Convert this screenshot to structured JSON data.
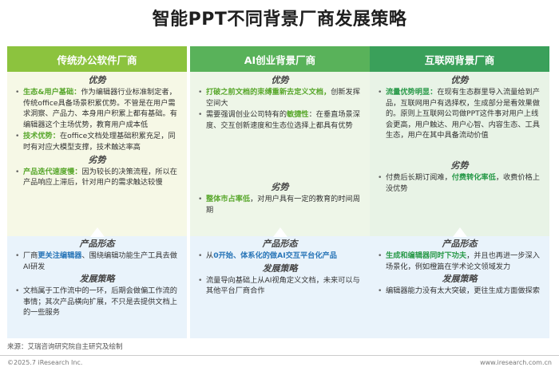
{
  "title": "智能PPT不同背景厂商发展策略",
  "section_labels": {
    "advantage": "优势",
    "disadvantage": "劣势",
    "form": "产品形态",
    "strategy": "发展策略"
  },
  "columns": [
    {
      "header": "传统办公软件厂商",
      "advantages": [
        {
          "hl": "生态&用户基础：",
          "text": "作为编辑器行业标准制定者，传统office具备场景积累优势。不管是在用户需求洞察、产品力、本身用户积累上都有基础。有编辑器这个主场优势，教育用户成本低"
        },
        {
          "hl": "技术优势：",
          "text": "在office文档处理基础积累充足，同时有对应大模型支撑，技术触达率高"
        }
      ],
      "disadvantages": [
        {
          "hl": "产品迭代速度慢：",
          "text": "因为较长的决策流程，所以在产品响应上滞后，针对用户的需求触达较慢"
        }
      ],
      "form": [
        {
          "pre": "厂商",
          "hl": "更关注编辑器",
          "post": "、围绕编辑功能生产工具去做AI研发"
        }
      ],
      "strategy": [
        {
          "text": "文档属于工作流中的一环，后期会做偏工作流的事情；其次产品横向扩展，不只是去提供文档上的一些服务"
        }
      ]
    },
    {
      "header": "AI创业背景厂商",
      "advantages": [
        {
          "hl": "打破之前文档的束缚重新去定义文档，",
          "text": "创新发挥空间大"
        },
        {
          "pre": "需要强调创业公司特有的",
          "hl": "敏捷性",
          "text": "：在垂直场景深度、交互创新速度和生态位选择上都具有优势"
        }
      ],
      "disadvantages": [
        {
          "hl": "整体市占率低",
          "text": "，对用户具有一定的教育的时间周期"
        }
      ],
      "form": [
        {
          "pre": "从",
          "hl": "0开始、体系化的做AI交互平台化产品",
          "post": ""
        }
      ],
      "strategy": [
        {
          "text": "流量导向基础上从AI视角定义文档，未来可以与其他平台厂商合作"
        }
      ]
    },
    {
      "header": "互联网背景厂商",
      "advantages": [
        {
          "hl": "流量优势明显：",
          "text": "在现有生态群里导入流量给到产品，互联网用户有选择权，生成部分是看效果做的。原则上互联网公司做PPT这件事对用户上线会更高，用户触达、用户心智、内容生态、工具生态，用户在其中具备流动价值"
        }
      ],
      "disadvantages": [
        {
          "pre": "付费后长期订阅难，",
          "hl": "付费转化率低",
          "text": "，收费价格上没优势"
        }
      ],
      "form": [
        {
          "pre": "",
          "hl": "生成和编辑器同时下功夫",
          "post": "，并且也再进一步深入场景化，例如橙篇在学术论文领域发力"
        }
      ],
      "strategy": [
        {
          "text": "编辑器能力没有太大突破，更往生成方面做探索"
        }
      ]
    }
  ],
  "source": "来源：艾瑞咨询研究院自主研究及绘制",
  "copyright": "©2025.7 iResearch Inc.",
  "website": "www.iresearch.com.cn"
}
